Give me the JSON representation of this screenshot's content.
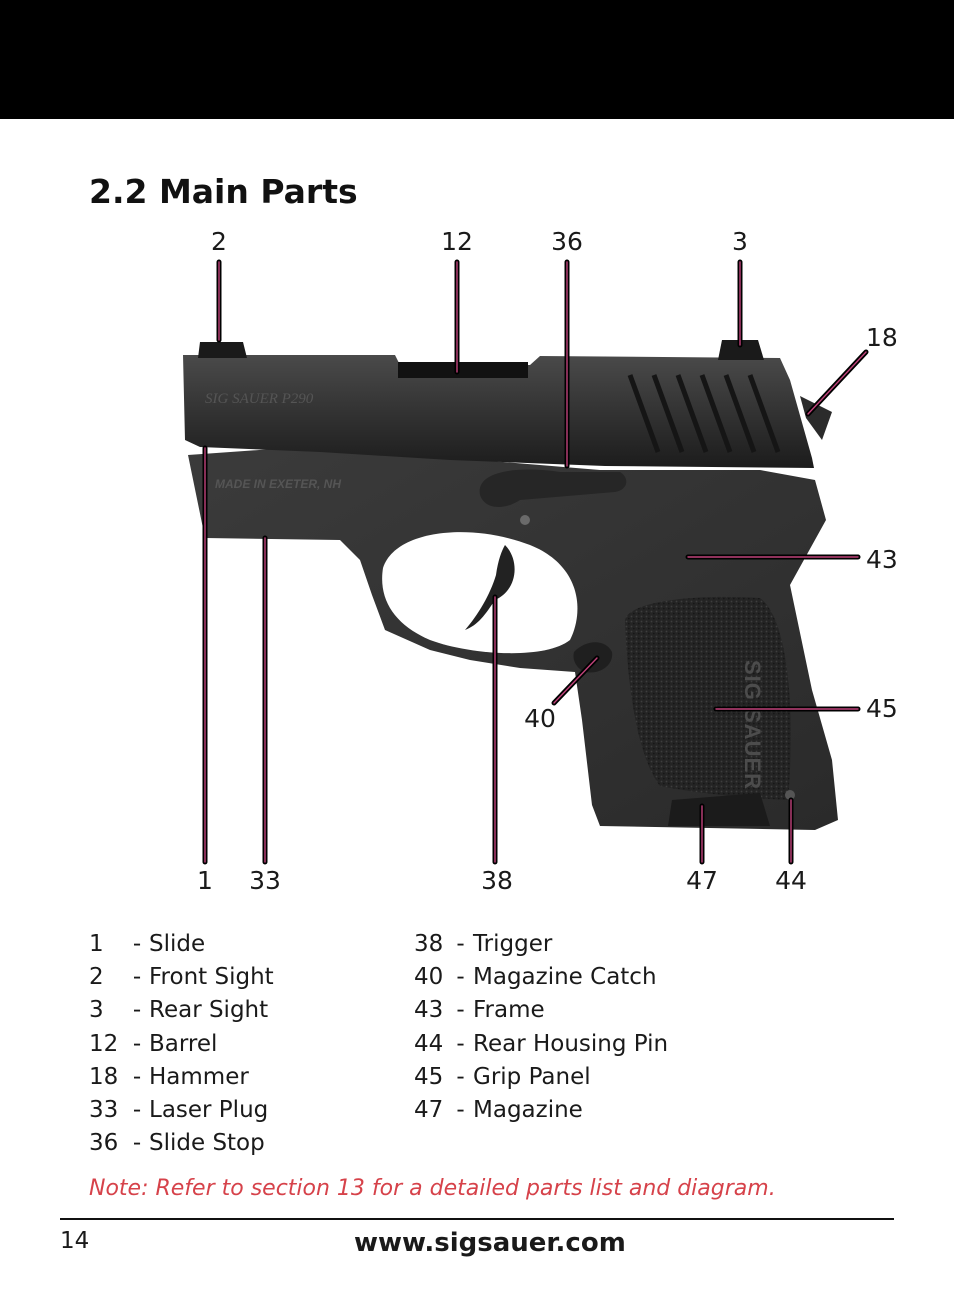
{
  "section": {
    "title": "2.2 Main Parts"
  },
  "diagram": {
    "callouts": [
      "2",
      "12",
      "36",
      "3",
      "18",
      "43",
      "45",
      "40",
      "1",
      "33",
      "38",
      "47",
      "44"
    ],
    "brand_mark": "SIG SAUER",
    "slide_engraving": "SIG SAUER P290",
    "frame_engraving": "MADE IN EXETER, NH",
    "colors": {
      "leader": "#5a0d2a",
      "gun_dark": "#2a2a2a",
      "gun_mid": "#3d3d3d"
    }
  },
  "parts_left": [
    {
      "num": "1",
      "dash": "-",
      "name": "Slide"
    },
    {
      "num": "2",
      "dash": "-",
      "name": "Front Sight"
    },
    {
      "num": "3",
      "dash": "-",
      "name": "Rear Sight"
    },
    {
      "num": "12",
      "dash": "-",
      "name": "Barrel"
    },
    {
      "num": "18",
      "dash": "-",
      "name": "Hammer"
    },
    {
      "num": "33",
      "dash": "-",
      "name": "Laser Plug"
    },
    {
      "num": "36",
      "dash": "-",
      "name": "Slide Stop"
    }
  ],
  "parts_right": [
    {
      "num": "38",
      "dash": "-",
      "name": "Trigger"
    },
    {
      "num": "40",
      "dash": "-",
      "name": "Magazine Catch"
    },
    {
      "num": "43",
      "dash": "-",
      "name": "Frame"
    },
    {
      "num": "44",
      "dash": "-",
      "name": "Rear Housing Pin"
    },
    {
      "num": "45",
      "dash": "-",
      "name": "Grip Panel"
    },
    {
      "num": "47",
      "dash": "-",
      "name": "Magazine"
    }
  ],
  "note": "Note: Refer to section 13 for a detailed parts list and diagram.",
  "footer": {
    "page_number": "14",
    "website": "www.sigsauer.com"
  }
}
